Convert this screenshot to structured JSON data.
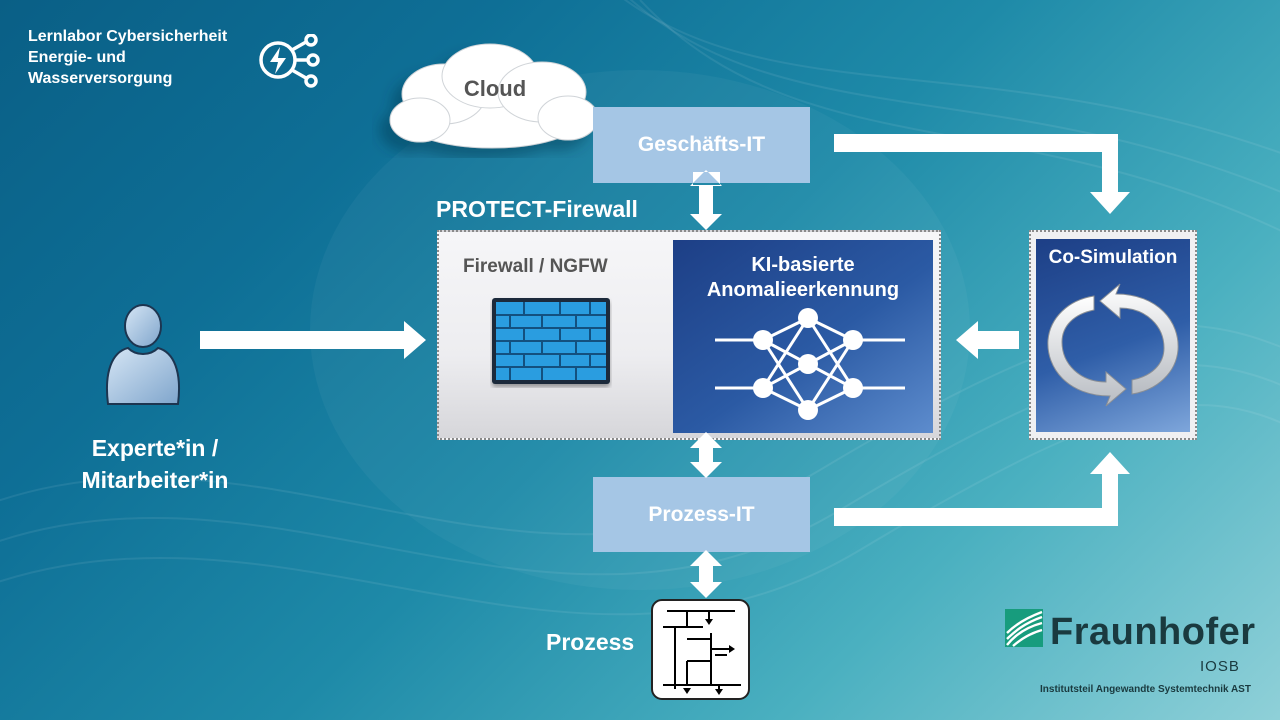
{
  "header": {
    "title_lines": [
      "Lernlabor Cybersicherheit",
      "Energie- und",
      "Wasserversorgung"
    ],
    "icon": "lightning-network-icon"
  },
  "cloud": {
    "label": "Cloud"
  },
  "geschaefts_it": {
    "label": "Geschäfts-IT"
  },
  "prozess_it": {
    "label": "Prozess-IT"
  },
  "protect_firewall": {
    "title": "PROTECT-Firewall",
    "firewall_label": "Firewall / NGFW",
    "firewall_icon": "brick-wall-icon",
    "ki_label_lines": [
      "KI-basierte",
      "Anomalieerkennung"
    ],
    "ki_icon": "neural-network-icon"
  },
  "co_simulation": {
    "label": "Co-Simulation",
    "icon": "cycle-arrows-icon"
  },
  "user": {
    "label_lines": [
      "Experte*in /",
      "Mitarbeiter*in"
    ],
    "icon": "person-icon"
  },
  "prozess": {
    "label": "Prozess",
    "icon": "circuit-diagram-icon"
  },
  "logo": {
    "name": "Fraunhofer",
    "unit": "IOSB",
    "subtitle": "Institutsteil Angewandte Systemtechnik AST"
  },
  "colors": {
    "it_box": "#a5c6e5",
    "ki_panel": "#2b5aa4",
    "firewall_blue": "#2a9de0",
    "fraunhofer_green": "#179c7d"
  }
}
